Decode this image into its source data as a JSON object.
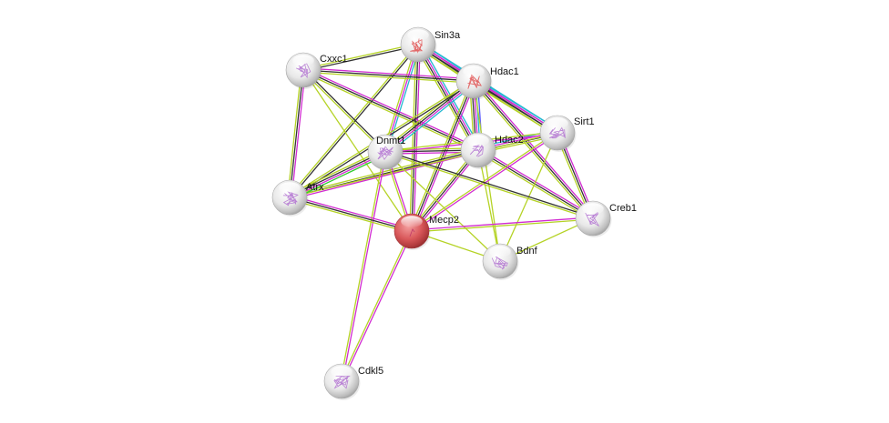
{
  "title": "Protein interaction network",
  "query_protein": "Mecp2",
  "colors": {
    "query_node": "#d9585a",
    "node": "#e6e6e6",
    "structure_query": "#e05050",
    "structure_other": "#b070d0",
    "evidence": {
      "textmining": "#b5d326",
      "coexpression": "#333333",
      "experiments": "#d12bd1",
      "databases": "#23b7d1",
      "homology": "#5a5aff",
      "neighborhood": "#2ecc2e"
    }
  },
  "nodes": [
    {
      "id": "Sin3a",
      "label": "Sin3a",
      "query": false,
      "structure": "red"
    },
    {
      "id": "Cxxc1",
      "label": "Cxxc1",
      "query": false,
      "structure": "purple"
    },
    {
      "id": "Hdac1",
      "label": "Hdac1",
      "query": false,
      "structure": "red"
    },
    {
      "id": "Sirt1",
      "label": "Sirt1",
      "query": false,
      "structure": "purple"
    },
    {
      "id": "Dnmt1",
      "label": "Dnmt1",
      "query": false,
      "structure": "purple"
    },
    {
      "id": "Hdac2",
      "label": "Hdac2",
      "query": false,
      "structure": "purple"
    },
    {
      "id": "Atrx",
      "label": "Atrx",
      "query": false,
      "structure": "purple"
    },
    {
      "id": "Mecp2",
      "label": "Mecp2",
      "query": true,
      "structure": "red"
    },
    {
      "id": "Creb1",
      "label": "Creb1",
      "query": false,
      "structure": "purple"
    },
    {
      "id": "Bdnf",
      "label": "Bdnf",
      "query": false,
      "structure": "purple"
    },
    {
      "id": "Cdkl5",
      "label": "Cdkl5",
      "query": false,
      "structure": "purple"
    }
  ],
  "edges": [
    {
      "a": "Sin3a",
      "b": "Cxxc1",
      "ev": [
        "coexpression",
        "textmining"
      ]
    },
    {
      "a": "Sin3a",
      "b": "Hdac1",
      "ev": [
        "databases",
        "experiments",
        "coexpression",
        "textmining"
      ]
    },
    {
      "a": "Sin3a",
      "b": "Hdac2",
      "ev": [
        "databases",
        "experiments",
        "coexpression",
        "textmining"
      ]
    },
    {
      "a": "Sin3a",
      "b": "Sirt1",
      "ev": [
        "databases",
        "experiments",
        "coexpression",
        "textmining"
      ]
    },
    {
      "a": "Sin3a",
      "b": "Dnmt1",
      "ev": [
        "databases",
        "experiments",
        "textmining"
      ]
    },
    {
      "a": "Sin3a",
      "b": "Mecp2",
      "ev": [
        "experiments",
        "coexpression",
        "textmining"
      ]
    },
    {
      "a": "Sin3a",
      "b": "Atrx",
      "ev": [
        "coexpression",
        "textmining"
      ]
    },
    {
      "a": "Cxxc1",
      "b": "Hdac1",
      "ev": [
        "experiments",
        "coexpression",
        "textmining"
      ]
    },
    {
      "a": "Cxxc1",
      "b": "Hdac2",
      "ev": [
        "experiments",
        "coexpression",
        "textmining"
      ]
    },
    {
      "a": "Cxxc1",
      "b": "Dnmt1",
      "ev": [
        "coexpression",
        "textmining"
      ]
    },
    {
      "a": "Cxxc1",
      "b": "Atrx",
      "ev": [
        "experiments",
        "coexpression",
        "textmining"
      ]
    },
    {
      "a": "Cxxc1",
      "b": "Mecp2",
      "ev": [
        "textmining"
      ]
    },
    {
      "a": "Hdac1",
      "b": "Hdac2",
      "ev": [
        "homology",
        "databases",
        "experiments",
        "coexpression",
        "textmining"
      ]
    },
    {
      "a": "Hdac1",
      "b": "Sirt1",
      "ev": [
        "databases",
        "experiments",
        "coexpression",
        "textmining"
      ]
    },
    {
      "a": "Hdac1",
      "b": "Dnmt1",
      "ev": [
        "databases",
        "experiments",
        "coexpression",
        "textmining"
      ]
    },
    {
      "a": "Hdac1",
      "b": "Mecp2",
      "ev": [
        "experiments",
        "coexpression",
        "textmining"
      ]
    },
    {
      "a": "Hdac1",
      "b": "Atrx",
      "ev": [
        "coexpression",
        "textmining"
      ]
    },
    {
      "a": "Hdac1",
      "b": "Creb1",
      "ev": [
        "experiments",
        "coexpression",
        "textmining"
      ]
    },
    {
      "a": "Hdac1",
      "b": "Bdnf",
      "ev": [
        "textmining"
      ]
    },
    {
      "a": "Hdac2",
      "b": "Sirt1",
      "ev": [
        "databases",
        "experiments",
        "coexpression",
        "textmining"
      ]
    },
    {
      "a": "Hdac2",
      "b": "Dnmt1",
      "ev": [
        "experiments",
        "coexpression",
        "textmining"
      ]
    },
    {
      "a": "Hdac2",
      "b": "Mecp2",
      "ev": [
        "experiments",
        "coexpression",
        "textmining"
      ]
    },
    {
      "a": "Hdac2",
      "b": "Atrx",
      "ev": [
        "experiments",
        "coexpression",
        "textmining"
      ]
    },
    {
      "a": "Hdac2",
      "b": "Creb1",
      "ev": [
        "experiments",
        "coexpression",
        "textmining"
      ]
    },
    {
      "a": "Hdac2",
      "b": "Bdnf",
      "ev": [
        "textmining"
      ]
    },
    {
      "a": "Sirt1",
      "b": "Creb1",
      "ev": [
        "experiments",
        "coexpression",
        "textmining"
      ]
    },
    {
      "a": "Sirt1",
      "b": "Dnmt1",
      "ev": [
        "experiments",
        "textmining"
      ]
    },
    {
      "a": "Sirt1",
      "b": "Mecp2",
      "ev": [
        "experiments",
        "textmining"
      ]
    },
    {
      "a": "Sirt1",
      "b": "Bdnf",
      "ev": [
        "textmining"
      ]
    },
    {
      "a": "Sirt1",
      "b": "Atrx",
      "ev": [
        "textmining"
      ]
    },
    {
      "a": "Dnmt1",
      "b": "Mecp2",
      "ev": [
        "experiments",
        "textmining"
      ]
    },
    {
      "a": "Dnmt1",
      "b": "Atrx",
      "ev": [
        "neighborhood",
        "experiments",
        "coexpression",
        "textmining"
      ]
    },
    {
      "a": "Dnmt1",
      "b": "Creb1",
      "ev": [
        "coexpression",
        "textmining"
      ]
    },
    {
      "a": "Dnmt1",
      "b": "Bdnf",
      "ev": [
        "textmining"
      ]
    },
    {
      "a": "Dnmt1",
      "b": "Cdkl5",
      "ev": [
        "experiments",
        "textmining"
      ]
    },
    {
      "a": "Atrx",
      "b": "Mecp2",
      "ev": [
        "experiments",
        "coexpression",
        "textmining"
      ]
    },
    {
      "a": "Mecp2",
      "b": "Creb1",
      "ev": [
        "experiments",
        "textmining"
      ]
    },
    {
      "a": "Mecp2",
      "b": "Bdnf",
      "ev": [
        "textmining"
      ]
    },
    {
      "a": "Mecp2",
      "b": "Cdkl5",
      "ev": [
        "experiments",
        "textmining"
      ]
    },
    {
      "a": "Creb1",
      "b": "Bdnf",
      "ev": [
        "textmining"
      ]
    }
  ]
}
